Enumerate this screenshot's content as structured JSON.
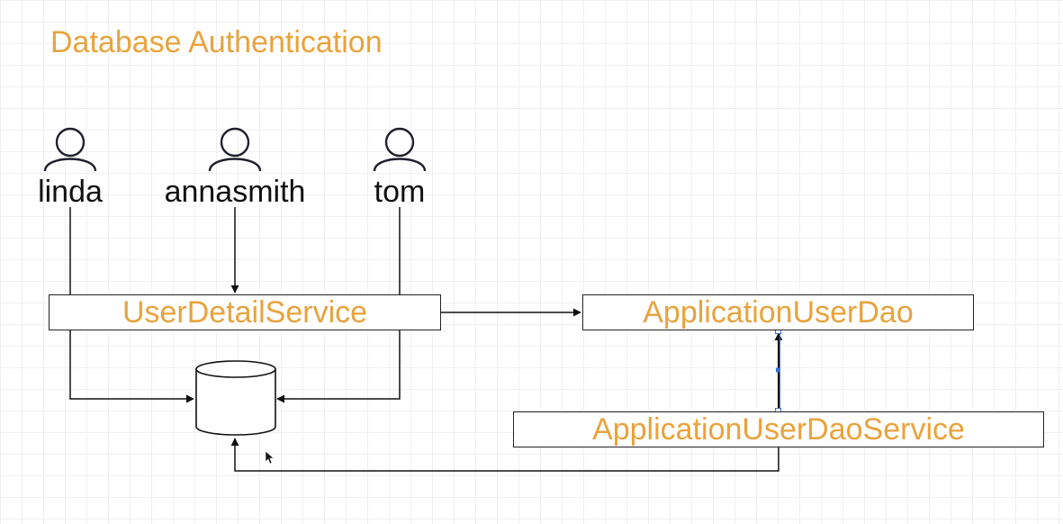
{
  "title": "Database Authentication",
  "users": [
    "linda",
    "annasmith",
    "tom"
  ],
  "components": {
    "user_detail_service": "UserDetailService",
    "application_user_dao": "ApplicationUserDao",
    "application_user_dao_service": "ApplicationUserDaoService"
  },
  "colors": {
    "label": "#e8a33d",
    "stroke": "#222222",
    "actor": "#1f1f2e",
    "selection": "#3b6fd6"
  },
  "icons": {
    "user": "person-icon",
    "store": "database-cylinder-icon",
    "pointer": "mouse-cursor-icon"
  }
}
